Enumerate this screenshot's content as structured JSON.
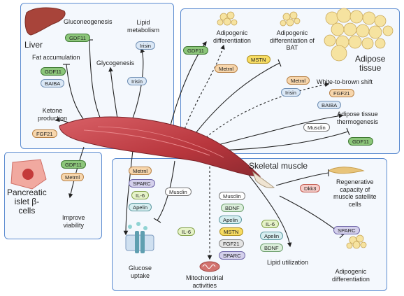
{
  "panels": {
    "liver": {
      "title": "Liver",
      "gluconeogenesis": "Gluconeogenesis",
      "lipid_metabolism": "Lipid\nmetabolism",
      "fat_accumulation": "Fat accumulation",
      "glycogenesis": "Glycogenesis",
      "ketone_production": "Ketone\nproduction",
      "pills": {
        "gdf11_a": "GDF11",
        "irisin_a": "Irisin",
        "gdf11_b": "GDF11",
        "baiba": "BAIBA",
        "irisin_b": "Irisin",
        "fgf21": "FGF21"
      }
    },
    "adipose": {
      "title": "Adipose\ntissue",
      "adipogenic_diff": "Adipogenic\ndifferentiation",
      "adipogenic_bat": "Adipogenic\ndifferentiation of\nBAT",
      "white_to_brown": "White-to-brown shift",
      "thermogenesis": "Adipose tissue\nthermogenesis",
      "pills": {
        "gdf11": "GDF11",
        "metrnl": "Metrnl",
        "mstn": "MSTN",
        "metrnl_b": "Metrnl",
        "irisin": "Irisin",
        "fgf21": "FGF21",
        "baiba": "BAIBA",
        "musclin": "Musclin",
        "gdf11_b": "GDF11"
      }
    },
    "pancreas": {
      "title": "Pancreatic\nislet β-\ncells",
      "improve": "Improve\nviability",
      "pills": {
        "gdf11": "GDF11",
        "metrnl": "Metrnl"
      }
    },
    "skeletal": {
      "title": "Skeletal muscle",
      "glucose_uptake": "Glucose\nuptake",
      "mitochondrial": "Mitochondrial\nactivities",
      "lipid_utilization": "Lipid utilization",
      "regenerative": "Regenerative\ncapacity of\nmuscle satellite\ncells",
      "adipogenic_diff": "Adipogenic\ndifferentiation",
      "pills": {
        "metrnl": "Metrnl",
        "sparc": "SPARC",
        "il6": "IL-6",
        "apelin": "Apelin",
        "musclin_a": "Musclin",
        "il6_b": "IL-6",
        "musclin_b": "Musclin",
        "bdnf": "BDNF",
        "apelin_b": "Apelin",
        "mstn": "MSTN",
        "fgf21": "FGF21",
        "sparc_b": "SPARC",
        "il6_c": "IL-6",
        "apelin_c": "Apelin",
        "bdnf_b": "BDNF",
        "dkk3": "Dkk3",
        "sparc_c": "SPARC"
      }
    }
  },
  "colors": {
    "panel_border": "#5b8bd0",
    "panel_fill": "#f4f8fd",
    "muscle": "#c2454a",
    "arrow": "#222222"
  }
}
